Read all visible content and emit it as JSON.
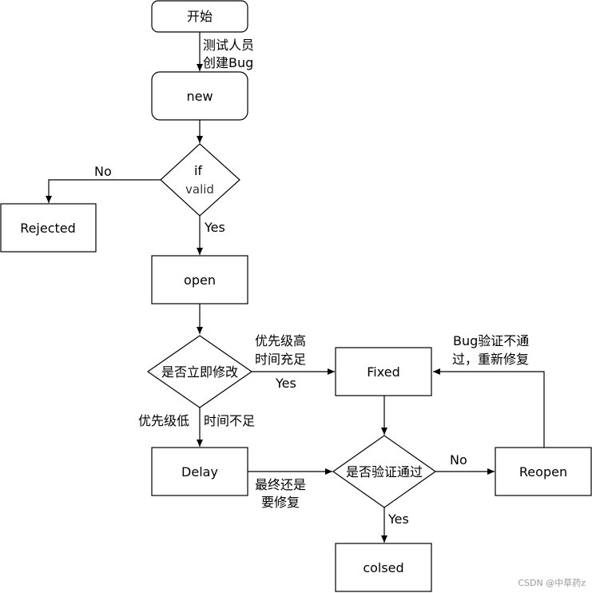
{
  "nodes": {
    "start": "开始",
    "new": "new",
    "if_line1": "if",
    "if_line2": "valid",
    "rejected": "Rejected",
    "open": "open",
    "modify": "是否立即修改",
    "fixed": "Fixed",
    "delay": "Delay",
    "verify": "是否验证通过",
    "reopen": "Reopen",
    "closed": "colsed"
  },
  "edges": {
    "tester_line1": "测试人员",
    "tester_line2": "创建Bug",
    "no_reject": "No",
    "yes_open": "Yes",
    "high_line1": "优先级高",
    "high_line2": "时间充足",
    "yes_fixed": "Yes",
    "low_left": "优先级低",
    "low_right": "时间不足",
    "delay_line1": "最终还是",
    "delay_line2": "要修复",
    "no_reopen": "No",
    "reopen_line1": "Bug验证不通",
    "reopen_line2": "过，重新修复",
    "yes_closed": "Yes"
  },
  "watermark": "CSDN @中草药z"
}
